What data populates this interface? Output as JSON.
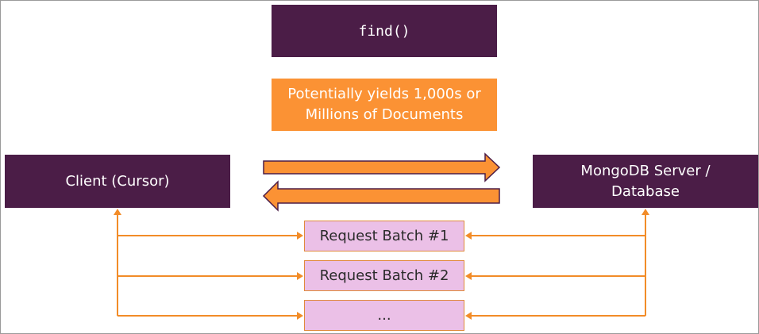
{
  "diagram": {
    "find_label": "find()",
    "yield_label": "Potentially yields 1,000s or\nMillions of Documents",
    "client_label": "Client (Cursor)",
    "server_label": "MongoDB Server /\nDatabase",
    "batches": [
      "Request Batch #1",
      "Request Batch #2",
      "..."
    ]
  },
  "colors": {
    "dark_purple": "#4b1d47",
    "orange": "#fb9234",
    "pink": "#ebc0e7",
    "connector": "#f28c28"
  }
}
